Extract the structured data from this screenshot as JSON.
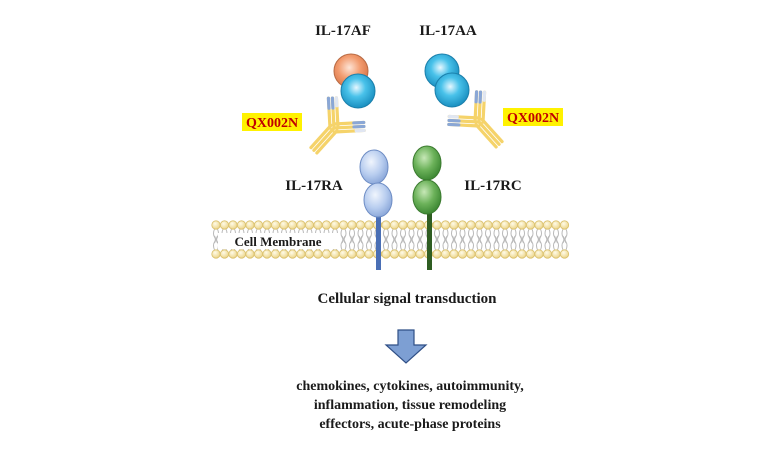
{
  "labels": {
    "il17af": "IL-17AF",
    "il17aa": "IL-17AA",
    "qx_left": "QX002N",
    "qx_right": "QX002N",
    "il17ra": "IL-17RA",
    "il17rc": "IL-17RC",
    "membrane": "Cell Membrane",
    "signal": "Cellular signal transduction",
    "outcome_line1": "chemokines, cytokines, autoimmunity,",
    "outcome_line2": "inflammation, tissue remodeling",
    "outcome_line3": "effectors, acute-phase proteins"
  },
  "colors": {
    "il17f_orange": "#f0a178",
    "il17a_cyan": "#3db8e0",
    "receptor_ra_blue": "#b7cdee",
    "receptor_rc_green": "#6cb25a",
    "antibody_yellow": "#f5d36a",
    "qx_highlight": "#fff200",
    "qx_text": "#c00000",
    "membrane_head": "#f7e7a6",
    "arrow_blue": "#7d9fd3"
  }
}
